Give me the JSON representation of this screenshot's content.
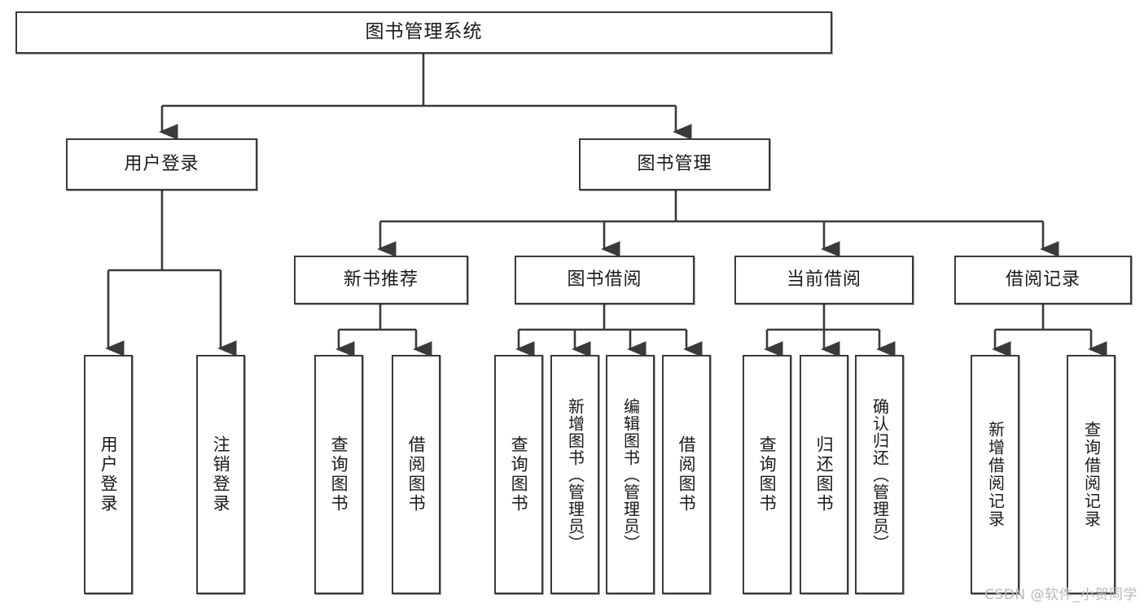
{
  "diagram": {
    "type": "hierarchy-tree",
    "title": "图书管理系统",
    "levels": 4,
    "root": {
      "label": "图书管理系统"
    },
    "level2": [
      {
        "label": "用户登录"
      },
      {
        "label": "图书管理"
      }
    ],
    "level3": [
      {
        "label": "新书推荐",
        "parent": "图书管理"
      },
      {
        "label": "图书借阅",
        "parent": "图书管理"
      },
      {
        "label": "当前借阅",
        "parent": "图书管理"
      },
      {
        "label": "借阅记录",
        "parent": "图书管理"
      }
    ],
    "leaves": [
      {
        "label": "用户登录",
        "parent": "用户登录"
      },
      {
        "label": "注销登录",
        "parent": "用户登录"
      },
      {
        "label": "查询图书",
        "parent": "新书推荐"
      },
      {
        "label": "借阅图书",
        "parent": "新书推荐"
      },
      {
        "label": "查询图书",
        "parent": "图书借阅"
      },
      {
        "label": "新增图书（管理员）",
        "parent": "图书借阅"
      },
      {
        "label": "编辑图书（管理员）",
        "parent": "图书借阅"
      },
      {
        "label": "借阅图书",
        "parent": "图书借阅"
      },
      {
        "label": "查询图书",
        "parent": "当前借阅"
      },
      {
        "label": "归还图书",
        "parent": "当前借阅"
      },
      {
        "label": "确认归还（管理员）",
        "parent": "当前借阅"
      },
      {
        "label": "新增借阅记录",
        "parent": "借阅记录"
      },
      {
        "label": "查询借阅记录",
        "parent": "借阅记录"
      }
    ]
  },
  "watermark": {
    "text": "CSDN @软件_小贺同学"
  },
  "colors": {
    "box_border": "#3a3a3a",
    "box_fill": "#ffffff",
    "connector": "#3a3a3a",
    "text": "#1a1a1a",
    "watermark": "#b9b9b9",
    "background": "#ffffff"
  }
}
